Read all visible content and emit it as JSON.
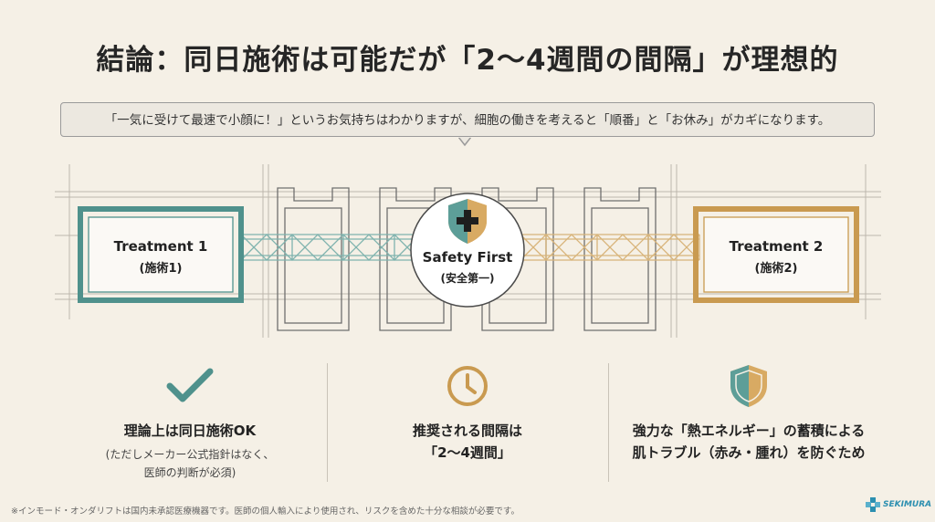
{
  "title": "結論：同日施術は可能だが「2〜4週間の間隔」が理想的",
  "bubble": "「一気に受けて最速で小顔に！」というお気持ちはわかりますが、細胞の働きを考えると「順番」と「お休み」がカギになります。",
  "diagram": {
    "treatment1": {
      "title": "Treatment 1",
      "sub": "(施術1)",
      "color": "#4f918c"
    },
    "treatment2": {
      "title": "Treatment 2",
      "sub": "(施術2)",
      "color": "#c99a50"
    },
    "center": {
      "title": "Safety First",
      "sub": "(安全第一)"
    }
  },
  "columns": [
    {
      "icon": "checkmark-icon",
      "main": [
        "理論上は同日施術OK"
      ],
      "sub": [
        "(ただしメーカー公式指針はなく、",
        "医師の判断が必須)"
      ]
    },
    {
      "icon": "clock-icon",
      "main": [
        "推奨される間隔は",
        "「2〜4週間」"
      ],
      "sub": []
    },
    {
      "icon": "shield-icon",
      "main": [
        "強力な「熱エネルギー」の蓄積による",
        "肌トラブル（赤み・腫れ）を防ぐため"
      ],
      "sub": []
    }
  ],
  "footnote": "※インモード・オンダリフトは国内未承認医療機器です。医師の個人輸入により使用され、リスクを含めた十分な相談が必要です。",
  "logo": "SEKIMURA",
  "colors": {
    "teal": "#4f918c",
    "gold": "#c99a50",
    "background": "#f5f0e6"
  }
}
